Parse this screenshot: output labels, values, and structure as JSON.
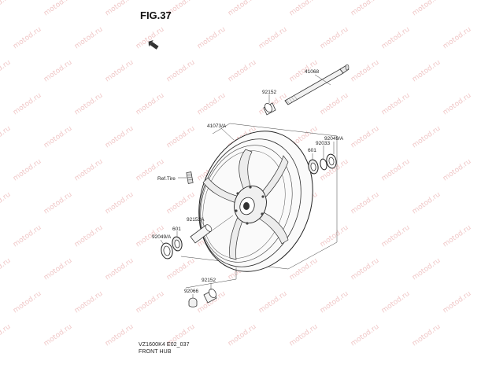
{
  "figure_title": "FIG.37",
  "watermark": "motod.ru",
  "footer": {
    "code": "VZ1600K4 E02_037",
    "description": "FRONT HUB"
  },
  "parts": {
    "axle": "41068",
    "spacer_top": "92152",
    "wheel": "41073/A",
    "seal_right": "92049/A",
    "circlip_right": "92033",
    "bearing_right": "601",
    "ref_tire": "Ref.Tire",
    "collar_hub": "92152A",
    "bearing_left": "601",
    "seal_left": "92049/A",
    "spacer_bottom": "92152",
    "cap": "92066"
  }
}
